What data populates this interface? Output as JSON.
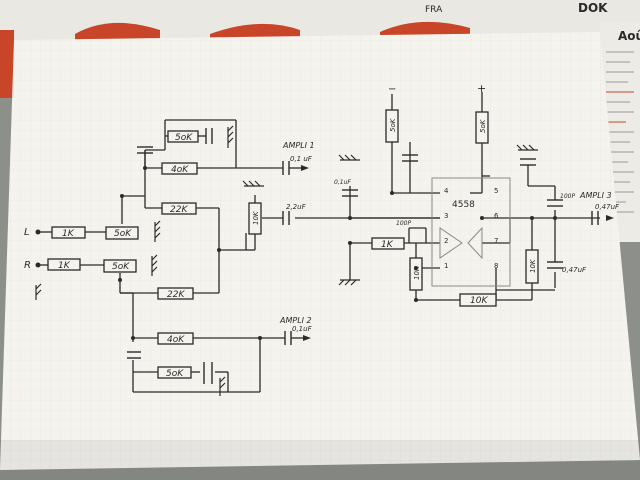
{
  "background_objects": {
    "magazine_corner_text": "Aoû",
    "magazine_header_text": "DOK",
    "stamp_text": "FRA"
  },
  "schematic": {
    "inputs": {
      "left": "L",
      "right": "R"
    },
    "resistors": {
      "r_in_l": "1K",
      "r_in_r": "1K",
      "r_pot_l": "5oK",
      "r_pot_r": "5oK",
      "r_top_50k": "5oK",
      "r_top_40k": "4oK",
      "r_mid_22k_a": "22K",
      "r_mid_22k_b": "22K",
      "r_bot_40k": "4oK",
      "r_bot_50k": "5oK",
      "r_center_pot": "10K",
      "r_fb_1k": "1K",
      "r_gnd_10k": "10K",
      "r_fb_10k": "10K",
      "r_out_10k": "10K",
      "r_vminus": "5oK",
      "r_vplus": "5oK"
    },
    "capacitors": {
      "c_ampli1": "0,1 uF",
      "c_coupling": "2,2uF",
      "c_decouple": "0,1uF",
      "c_ampli2": "0,1uF",
      "c_100pf_left": "100P",
      "c_100pf_right": "100P",
      "c_ampli3": "0,47uF",
      "c_out2": "0,47uF"
    },
    "outputs": {
      "ampli1": "AMPLI 1",
      "ampli2": "AMPLI 2",
      "ampli3": "AMPLI 3"
    },
    "ic": {
      "name": "4558",
      "pins": {
        "p1": "1",
        "p2": "2",
        "p3": "3",
        "p4": "4",
        "p5": "5",
        "p6": "6",
        "p7": "7",
        "p8": "8"
      }
    },
    "supply": {
      "minus": "−",
      "plus": "+"
    }
  },
  "colors": {
    "paper": "#f4f3ee",
    "grid": "#d9dad4",
    "ink": "#2b2b2b",
    "magazine_red": "#c8452a",
    "desk": "#8c8f8a"
  }
}
